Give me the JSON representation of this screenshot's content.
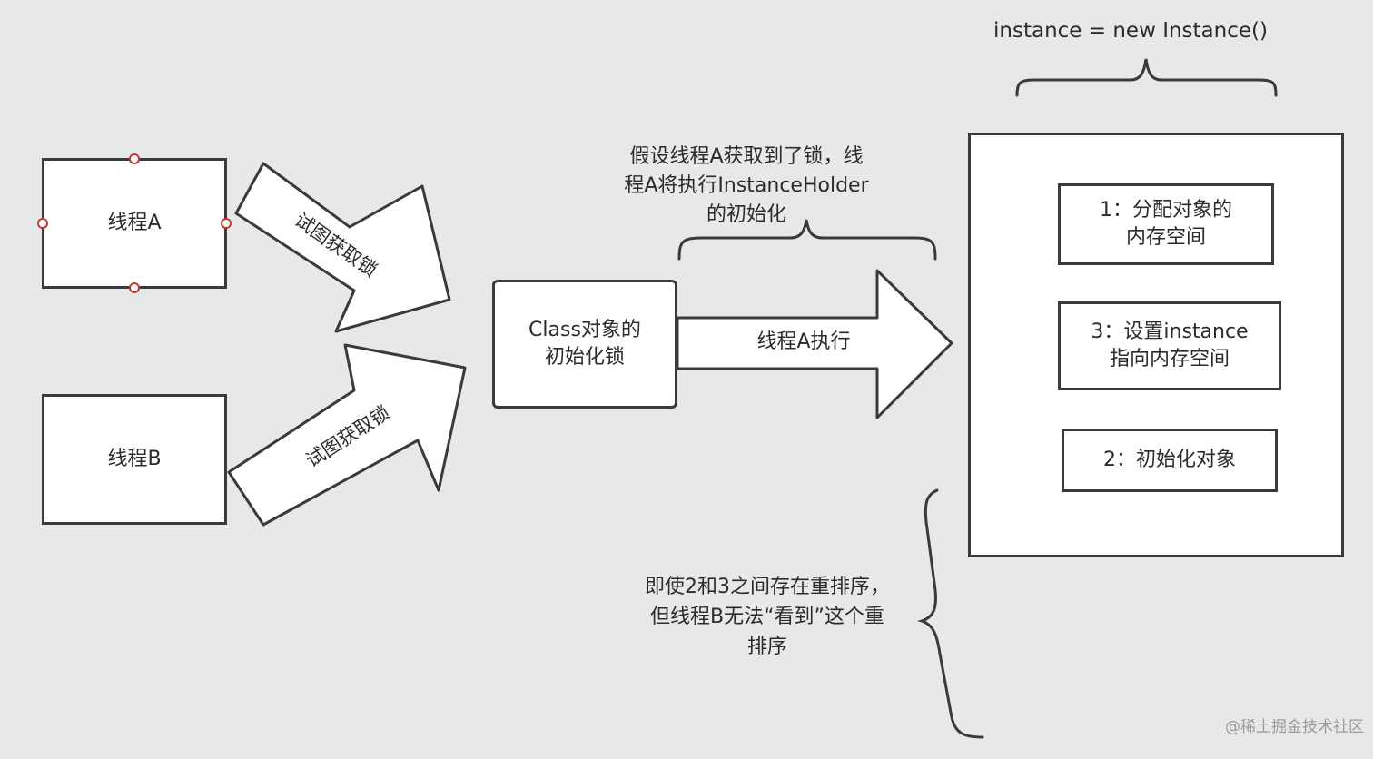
{
  "thread_a": {
    "label": "线程A"
  },
  "thread_b": {
    "label": "线程B"
  },
  "arrow_a": {
    "label": "试图获取锁"
  },
  "arrow_b": {
    "label": "试图获取锁"
  },
  "lock_box": {
    "line1": "Class对象的",
    "line2": "初始化锁"
  },
  "exec_arrow": {
    "label": "线程A执行"
  },
  "note_top": {
    "line1": "假设线程A获取到了锁，线",
    "line2": "程A将执行InstanceHolder",
    "line3": "的初始化"
  },
  "instance_expr": "instance = new Instance()",
  "steps": [
    {
      "line1": "1：分配对象的",
      "line2": "内存空间"
    },
    {
      "line1": "3：设置instance",
      "line2": "指向内存空间"
    },
    {
      "line1": "2：初始化对象"
    }
  ],
  "note_bottom": {
    "line1": "即使2和3之间存在重排序，",
    "line2": "但线程B无法“看到”这个重",
    "line3": "排序"
  },
  "watermark": "@稀土掘金技术社区",
  "colors": {
    "background": "#e7e8ea",
    "stroke": "#3a3a3a",
    "handle": "#c0392b"
  }
}
